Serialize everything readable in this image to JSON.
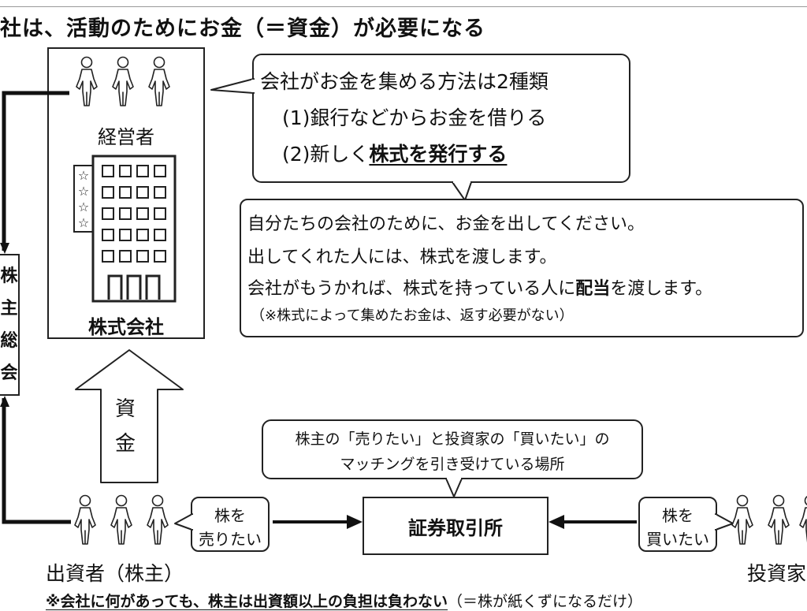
{
  "title": "社は、活動のためにお金（＝資金）が必要になる",
  "company": {
    "managers_label": "経営者",
    "company_label": "株式会社"
  },
  "shareholders_meeting": {
    "chars": [
      "株",
      "主",
      "総",
      "会"
    ]
  },
  "methods_bubble": {
    "line1": "会社がお金を集める方法は2種類",
    "line2": "(1)銀行などからお金を借りる",
    "line3_prefix": "(2)新しく",
    "line3_emph": "株式を発行する"
  },
  "message_box": {
    "line1": "自分たちの会社のために、お金を出してください。",
    "line2": "出してくれた人には、株式を渡します。",
    "line3_prefix": "会社がもうかれば、株式を持っている人に",
    "line3_emph": "配当",
    "line3_suffix": "を渡します。",
    "note": "（※株式によって集めたお金は、返す必要がない）"
  },
  "funds_arrow": {
    "chars": [
      "資",
      "金"
    ]
  },
  "exchange_bubble": {
    "line1": "株主の「売りたい」と投資家の「買いたい」の",
    "line2": "マッチングを引き受けている場所"
  },
  "exchange": {
    "label": "証券取引所"
  },
  "sell_bubble": {
    "line1": "株を",
    "line2": "売りたい"
  },
  "buy_bubble": {
    "line1": "株を",
    "line2": "買いたい"
  },
  "investors_left_label": "出資者（株主）",
  "investors_right_label": "投資家",
  "footer": {
    "bold": "※会社に何があっても、株主は出資額以上の負担は負わない",
    "normal": "（＝株が紙くずになるだけ）"
  }
}
